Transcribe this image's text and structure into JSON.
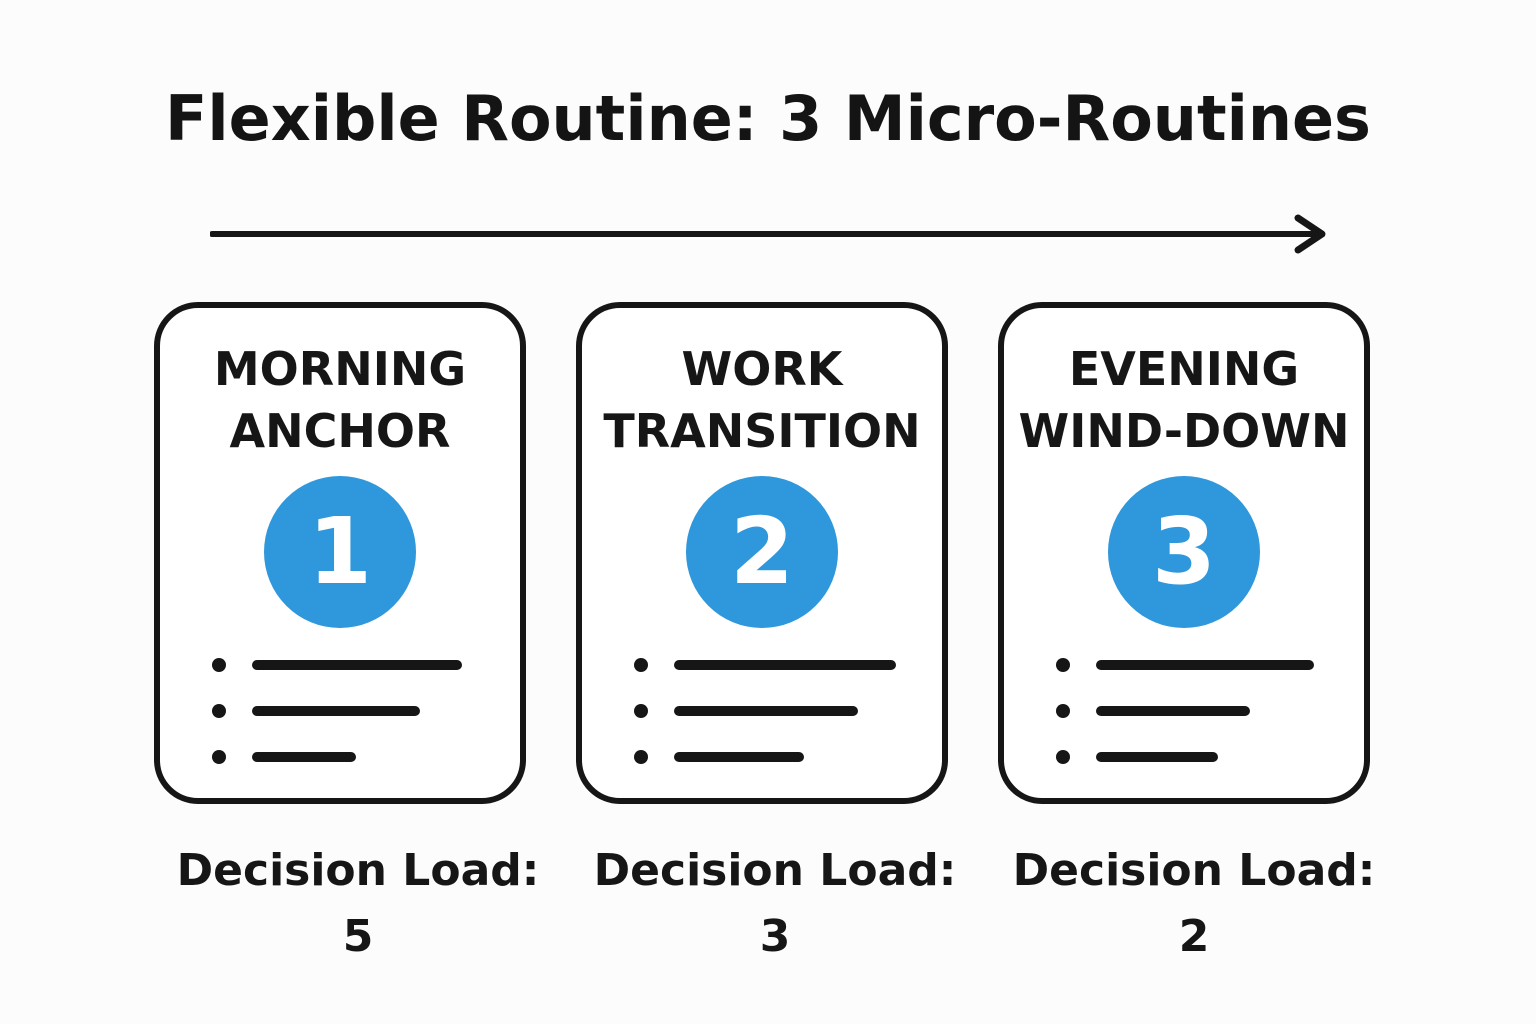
{
  "title": "Flexible Routine: 3 Micro-Routines",
  "accent_color": "#2f97db",
  "timeline": {
    "icon": "arrow-right-icon"
  },
  "routines": [
    {
      "title_line1": "MORNING",
      "title_line2": "ANCHOR",
      "number": "1",
      "load_label": "Decision Load:",
      "load_value": "5"
    },
    {
      "title_line1": "WORK",
      "title_line2": "TRANSITION",
      "number": "2",
      "load_label": "Decision Load:",
      "load_value": "3"
    },
    {
      "title_line1": "EVENING",
      "title_line2": "WIND-DOWN",
      "number": "3",
      "load_label": "Decision Load:",
      "load_value": "2"
    }
  ]
}
